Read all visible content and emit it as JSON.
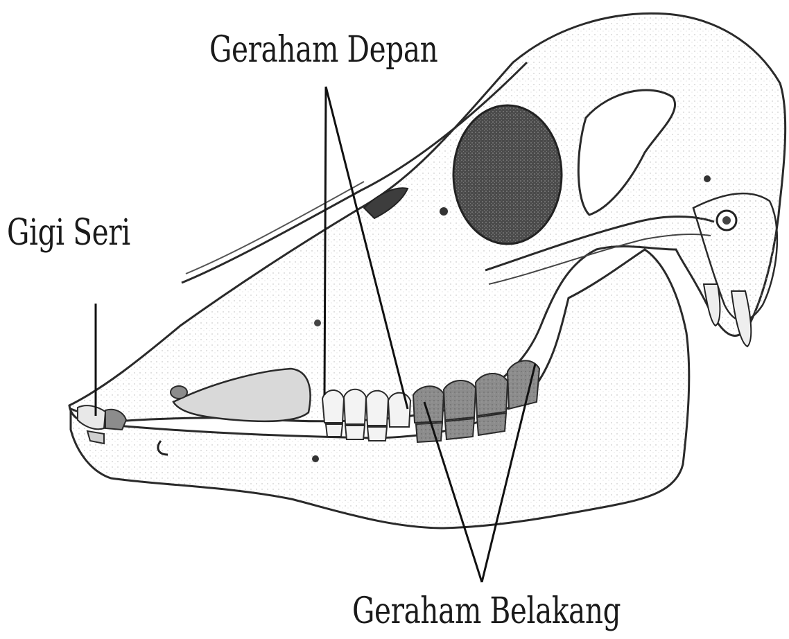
{
  "labels": {
    "front_molars": "Geraham Depan",
    "incisors": "Gigi Seri",
    "back_molars": "Geraham Belakang"
  },
  "colors": {
    "ink": "#1a1a1a",
    "cavity_fill": "#d9d9d9",
    "molar_fill": "#8c8c8c",
    "orbit_fill": "#3a3a3a",
    "bone_fill": "#f7f7f5"
  }
}
